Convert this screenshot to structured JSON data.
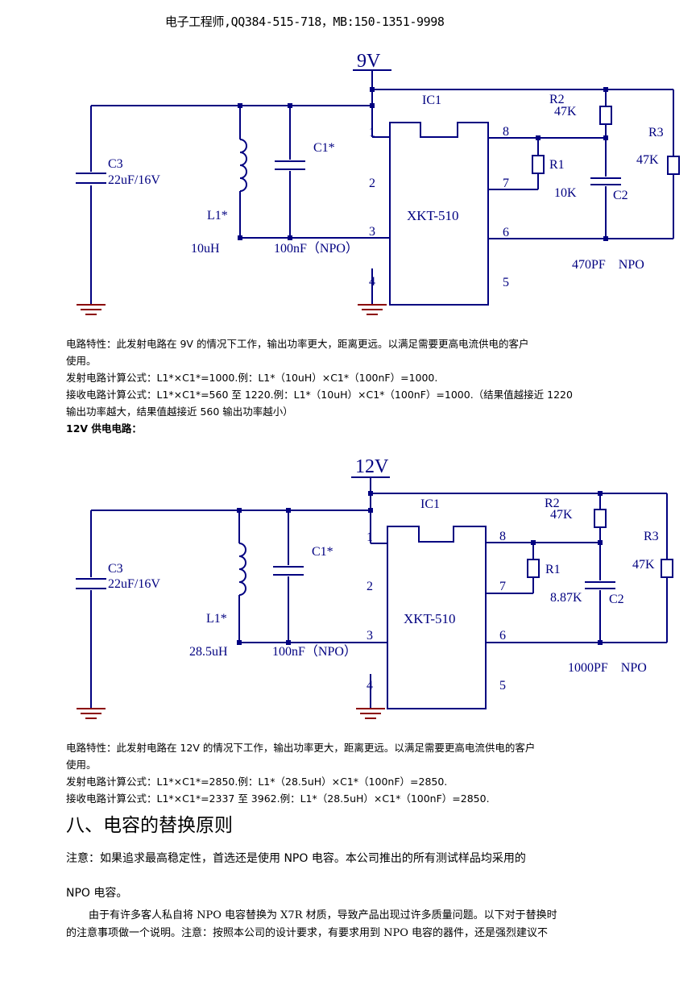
{
  "header": "电子工程师,QQ384-515-718，MB:150-1351-9998",
  "circuit1": {
    "voltage": "9V",
    "ic_label": "IC1",
    "ic_name": "XKT-510",
    "pins": [
      "1",
      "2",
      "3",
      "4",
      "5",
      "6",
      "7",
      "8"
    ],
    "c3_name": "C3",
    "c3_value": "22uF/16V",
    "l1_name": "L1*",
    "l1_value": "10uH",
    "c1_name": "C1*",
    "c1_value": "100nF（NPO）",
    "r1_name": "R1",
    "r1_value": "10K",
    "r2_name": "R2",
    "r2_value": "47K",
    "r3_name": "R3",
    "r3_value": "47K",
    "c2_name": "C2",
    "c2_value": "470PF    NPO"
  },
  "text1": {
    "line1": "电路特性：此发射电路在 9V 的情况下工作，输出功率更大，距离更远。以满足需要更高电流供电的客户",
    "line2": "使用。",
    "line3": "发射电路计算公式：L1*×C1*=1000.例：L1*（10uH）×C1*（100nF）=1000.",
    "line4": "接收电路计算公式：L1*×C1*=560 至 1220.例：L1*（10uH）×C1*（100nF）=1000.（结果值越接近 1220",
    "line5": "输出功率越大，结果值越接近 560 输出功率越小）",
    "line6": "12V 供电电路："
  },
  "circuit2": {
    "voltage": "12V",
    "ic_label": "IC1",
    "ic_name": "XKT-510",
    "pins": [
      "1",
      "2",
      "3",
      "4",
      "5",
      "6",
      "7",
      "8"
    ],
    "c3_name": "C3",
    "c3_value": "22uF/16V",
    "l1_name": "L1*",
    "l1_value": "28.5uH",
    "c1_name": "C1*",
    "c1_value": "100nF（NPO）",
    "r1_name": "R1",
    "r1_value": "8.87K",
    "r2_name": "R2",
    "r2_value": "47K",
    "r3_name": "R3",
    "r3_value": "47K",
    "c2_name": "C2",
    "c2_value": "1000PF    NPO"
  },
  "text2": {
    "line1": "电路特性：此发射电路在 12V 的情况下工作，输出功率更大，距离更远。以满足需要更高电流供电的客户",
    "line2": "使用。",
    "line3": "发射电路计算公式：L1*×C1*=2850.例：L1*（28.5uH）×C1*（100nF）=2850.",
    "line4": "接收电路计算公式：L1*×C1*=2337 至 3962.例：L1*（28.5uH）×C1*（100nF）=2850."
  },
  "section_title": "八、电容的替换原则",
  "note_line1": "注意：如果追求最高稳定性，首选还是使用 NPO 电容。本公司推出的所有测试样品均采用的",
  "note_line2": "NPO 电容。",
  "body_line1": "由于有许多客人私自将 NPO 电容替换为 X7R 材质，导致产品出现过许多质量问题。以下对于替换时",
  "body_line2": "的注意事项做一个说明。注意：按照本公司的设计要求，有要求用到 NPO 电容的器件，还是强烈建议不",
  "colors": {
    "wire": "#000080",
    "component": "#000080",
    "label": "#000080",
    "ground": "#8b0000",
    "node": "#000080"
  }
}
